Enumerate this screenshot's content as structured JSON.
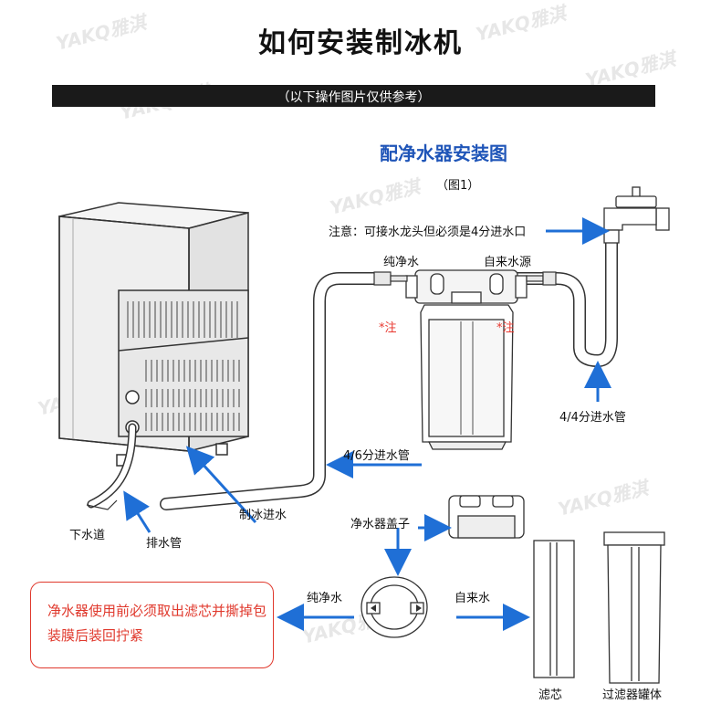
{
  "title": "如何安装制冰机",
  "banner": "（以下操作图片仅供参考）",
  "watermark": "YAKQ雅淇",
  "diagram_title": "配净水器安装图",
  "figure_label": "（图1）",
  "labels": {
    "note": "注意：可接水龙头但必须是4分进水口",
    "pure_water_top": "纯净水",
    "tap_water_top": "自来水源",
    "asterisk_note": "*注",
    "pipe_44": "4/4分进水管",
    "pipe_46": "4/6分进水管",
    "ice_inlet": "制冰进水",
    "drain": "下水道",
    "drain_pipe": "排水管",
    "filter_cap": "净水器盖子",
    "pure_water_bottom": "纯净水",
    "tap_water_bottom": "自来水",
    "filter_core": "滤芯",
    "filter_housing": "过滤器罐体"
  },
  "warning": "净水器使用前必须取出滤芯并撕掉包装膜后装回拧紧",
  "colors": {
    "accent_blue": "#1f6fd6",
    "warning_red": "#e0392d",
    "title_blue": "#1f55b8"
  }
}
